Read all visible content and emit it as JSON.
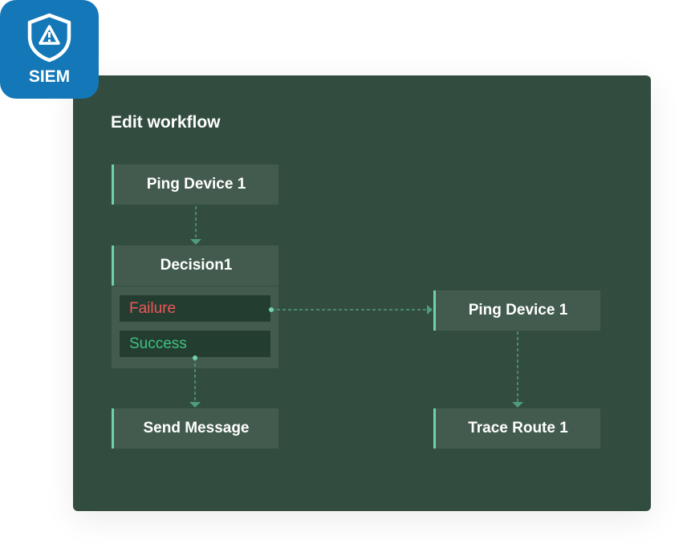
{
  "badge": {
    "label": "SIEM",
    "icon": "shield-warning-icon",
    "color": "#1478b8"
  },
  "workflow": {
    "title": "Edit workflow",
    "nodes": {
      "ping1": "Ping Device 1",
      "decision": "Decision1",
      "failure": "Failure",
      "success": "Success",
      "ping2": "Ping Device 1",
      "send": "Send Message",
      "trace": "Trace Route 1"
    },
    "colors": {
      "panel": "#324d40",
      "node": "#425b4e",
      "accent": "#6fd1b0",
      "failure": "#f0575a",
      "success": "#3fc282"
    }
  }
}
